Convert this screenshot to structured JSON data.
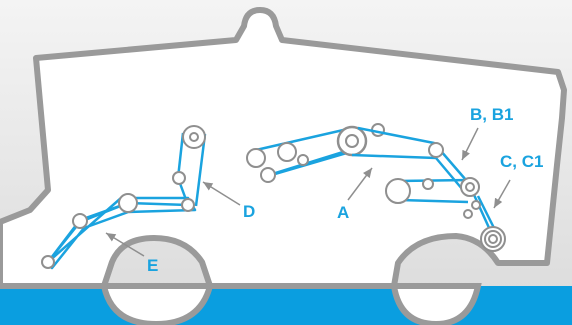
{
  "colors": {
    "background_top": "#f4f4f4",
    "background_bottom": "#dadada",
    "ground": "#0a9ee0",
    "machine_fill": "#ffffff",
    "machine_outline": "#9a9a9a",
    "belt": "#1aa3df",
    "pulley": "#8f8f8f",
    "arrow": "#8f8f8f",
    "label": "#1aa3df"
  },
  "labels": {
    "a": "A",
    "b": "B, B1",
    "c": "C, C1",
    "d": "D",
    "e": "E"
  }
}
